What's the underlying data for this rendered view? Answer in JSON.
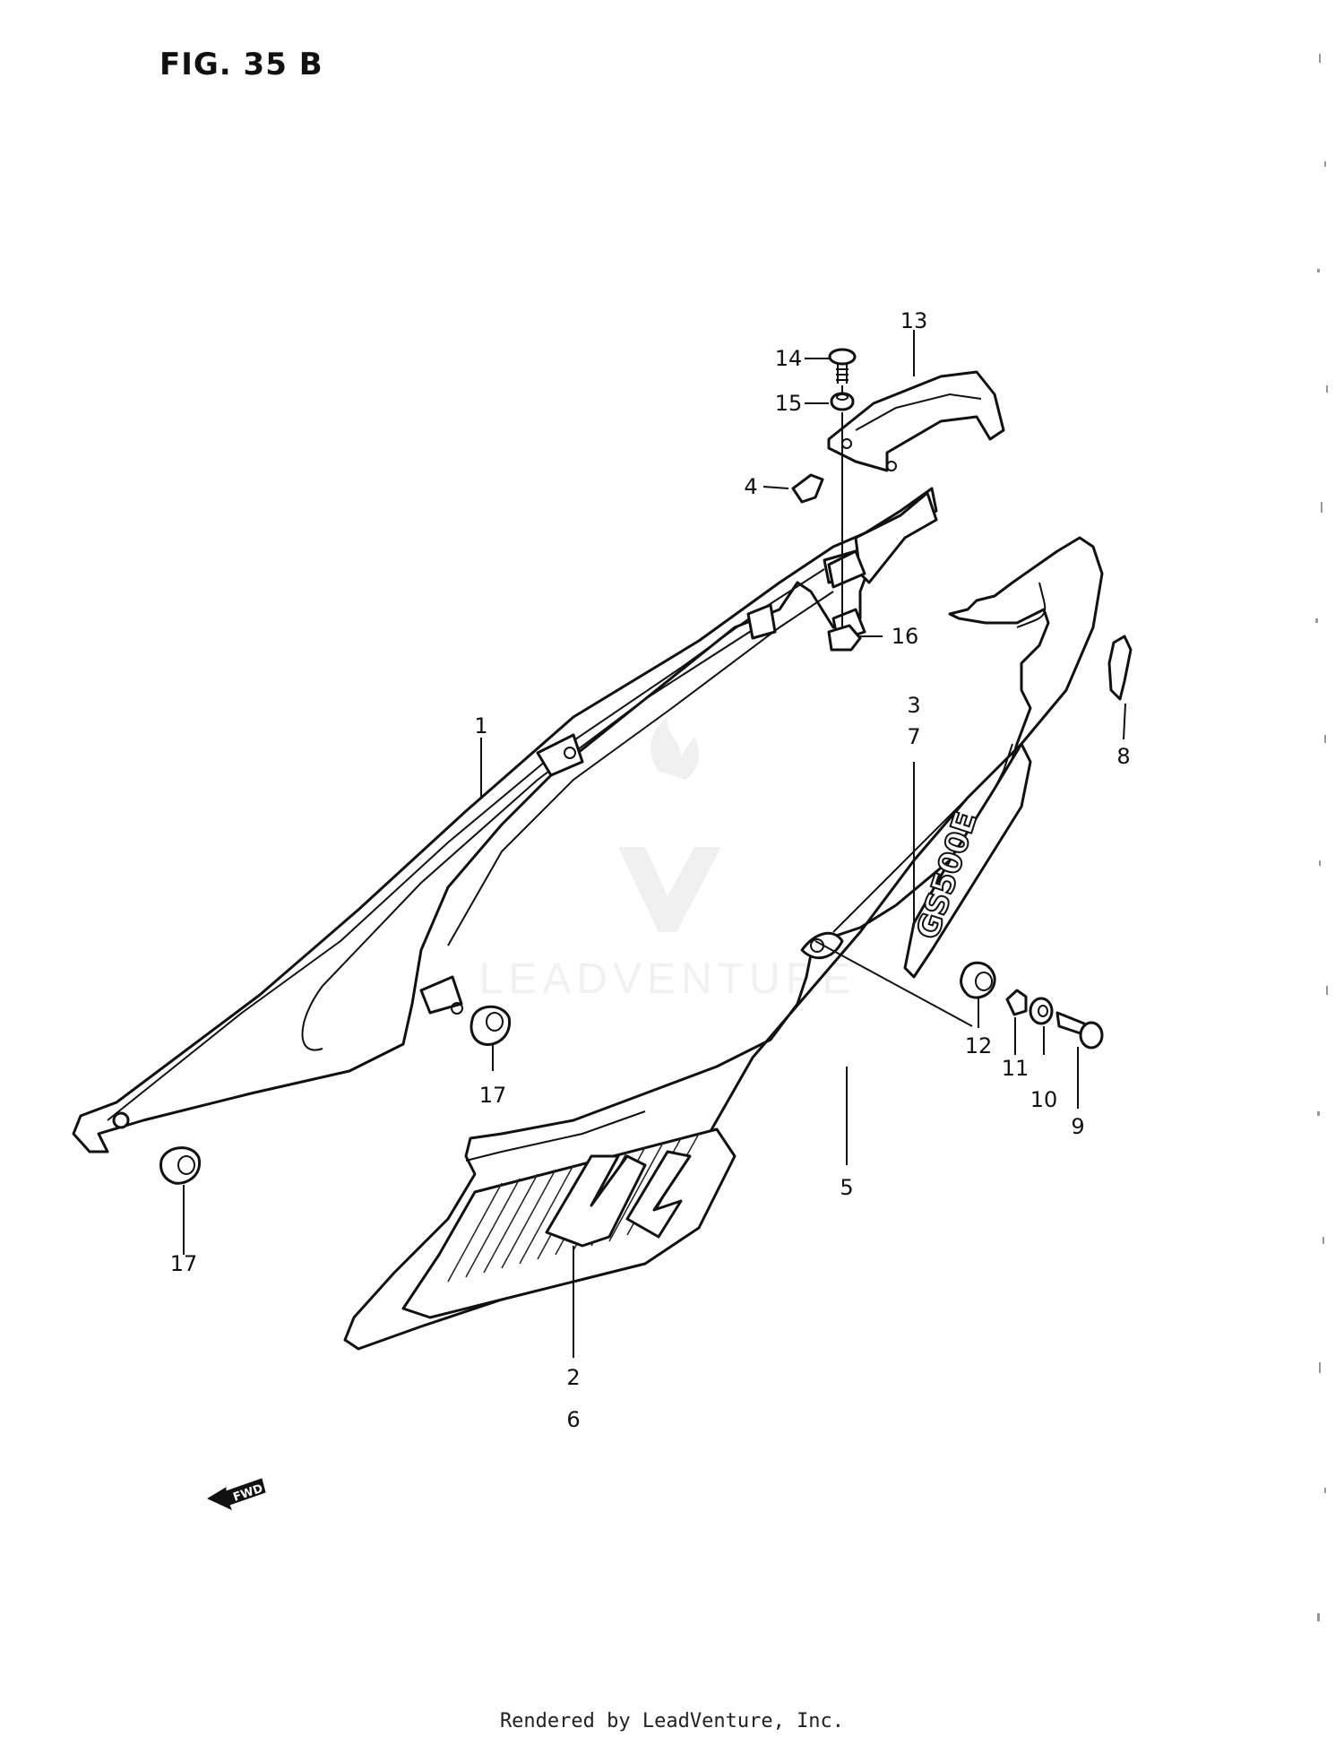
{
  "figure": {
    "title": "FIG. 35 B",
    "footer": "Rendered by LeadVenture, Inc.",
    "watermark": "LEADVENTURE",
    "fwd_label": "FWD",
    "callouts": [
      "1",
      "2",
      "6",
      "3",
      "7",
      "4",
      "5",
      "8",
      "9",
      "10",
      "11",
      "12",
      "13",
      "14",
      "15",
      "16",
      "17",
      "17"
    ],
    "decal_text": "GS500E"
  }
}
